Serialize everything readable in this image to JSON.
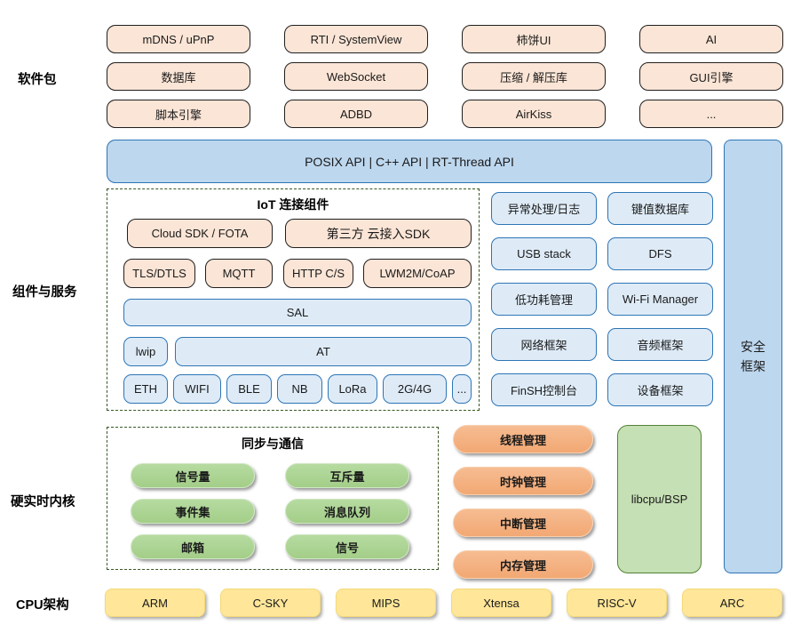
{
  "left_labels": {
    "packages": "软件包",
    "components": "组件与服务",
    "kernel": "硬实时内核",
    "cpu": "CPU架构"
  },
  "packages": {
    "items": [
      "mDNS / uPnP",
      "RTI / SystemView",
      "柿饼UI",
      "AI",
      "数据库",
      "WebSocket",
      "压缩 / 解压库",
      "GUI引擎",
      "脚本引擎",
      "ADBD",
      "AirKiss",
      "..."
    ]
  },
  "api_bar": {
    "label": "POSIX API   |   C++ API   |   RT-Thread API"
  },
  "security_bar": {
    "line1": "安全",
    "line2": "框架"
  },
  "iot": {
    "title": "IoT 连接组件",
    "sdk": [
      "Cloud SDK / FOTA",
      "第三方 云接入SDK"
    ],
    "protocols": [
      "TLS/DTLS",
      "MQTT",
      "HTTP C/S",
      "LWM2M/CoAP"
    ],
    "sal": "SAL",
    "lwip": "lwip",
    "at": "AT",
    "links": [
      "ETH",
      "WIFI",
      "BLE",
      "NB",
      "LoRa",
      "2G/4G",
      "..."
    ]
  },
  "services": {
    "items": [
      "异常处理/日志",
      "键值数据库",
      "USB stack",
      "DFS",
      "低功耗管理",
      "Wi-Fi Manager",
      "网络框架",
      "音频框架",
      "FinSH控制台",
      "设备框架"
    ]
  },
  "sync": {
    "title": "同步与通信",
    "items": [
      "信号量",
      "互斥量",
      "事件集",
      "消息队列",
      "邮箱",
      "信号"
    ]
  },
  "kernel_mgmt": {
    "items": [
      "线程管理",
      "时钟管理",
      "中断管理",
      "内存管理"
    ]
  },
  "libcpu": {
    "label": "libcpu/BSP"
  },
  "cpu_arch": {
    "items": [
      "ARM",
      "C-SKY",
      "MIPS",
      "Xtensa",
      "RISC-V",
      "ARC"
    ]
  },
  "colors": {
    "package_fill": "#FBE5D6",
    "api_fill": "#BDD7EE",
    "service_fill": "#DEEBF7",
    "service_border": "#2E75B6",
    "dashed_border": "#375623",
    "sync_fill": "#A9D18E",
    "kernel_fill": "#F4B183",
    "libcpu_fill": "#C5E0B4",
    "cpu_fill": "#FFE699"
  }
}
